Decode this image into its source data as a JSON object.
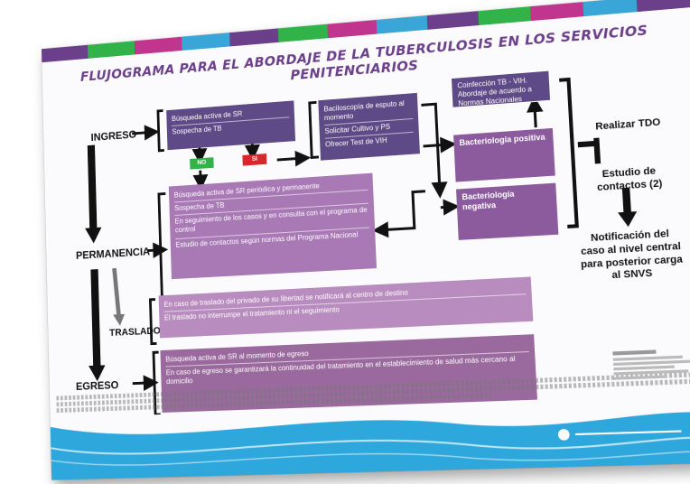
{
  "poster": {
    "title": "FLUJOGRAMA PARA EL ABORDAJE DE LA TUBERCULOSIS EN LOS SERVICIOS PENITENCIARIOS",
    "colors": {
      "purple_dark": "#5e4a86",
      "purple_mid": "#8b5b9e",
      "purple_light": "#a879b5",
      "accent_green": "#31b34a",
      "accent_red": "#d9262b",
      "wave_blue": "#2ea8dc"
    },
    "top_band_colors": [
      "#6b3f8a",
      "#31b34a",
      "#c0358e",
      "#3aa6d8",
      "#6b3f8a",
      "#31b34a",
      "#c0358e",
      "#3aa6d8",
      "#6b3f8a",
      "#31b34a",
      "#c0358e",
      "#3aa6d8",
      "#6b3f8a"
    ],
    "stages": {
      "ingreso": "INGRESO",
      "permanencia": "PERMANENCIA",
      "traslado": "TRASLADO",
      "egreso": "EGRESO"
    },
    "ingreso_box": {
      "row1": "Búsqueda activa de SR",
      "row2": "Sospecha de TB"
    },
    "tags": {
      "no": "NO",
      "si": "SI"
    },
    "diagnostic_box": {
      "row1": "Baciloscopía de esputo al momento",
      "row2": "Solicitar Cultivo y PS",
      "row3": "Ofrecer Test de VIH"
    },
    "coinfeccion_box": "Coinfección TB - VIH. Abordaje de acuerdo a Normas Nacionales",
    "bact_positiva_box": "Bacteriología positiva",
    "bact_negativa_box": "Bacteriología negativa",
    "permanencia_box": {
      "row1": "Búsqueda activa de SR periódica y permanente",
      "row2": "Sospecha de TB",
      "row3": "En seguimiento de los casos y en consulta con el programa de control",
      "row4": "Estudio de contactos según normas del Programa Nacional"
    },
    "traslado_box": {
      "row1": "En caso de traslado del privado de su libertad se notificará al centro de destino",
      "row2": "El traslado no interrumpe el tratamiento ni el seguimiento"
    },
    "egreso_box": {
      "row1": "Búsqueda activa de SR al momento de egreso",
      "row2": "En caso de egreso se garantizará la continuidad del tratamiento en el establecimiento de salud más cercano al domicilio"
    },
    "realizar_tdo": "Realizar TDO",
    "estudio_contactos": "Estudio de contactos (2)",
    "notificacion": "Notificación del caso al nivel central para posterior carga al SNVS"
  }
}
